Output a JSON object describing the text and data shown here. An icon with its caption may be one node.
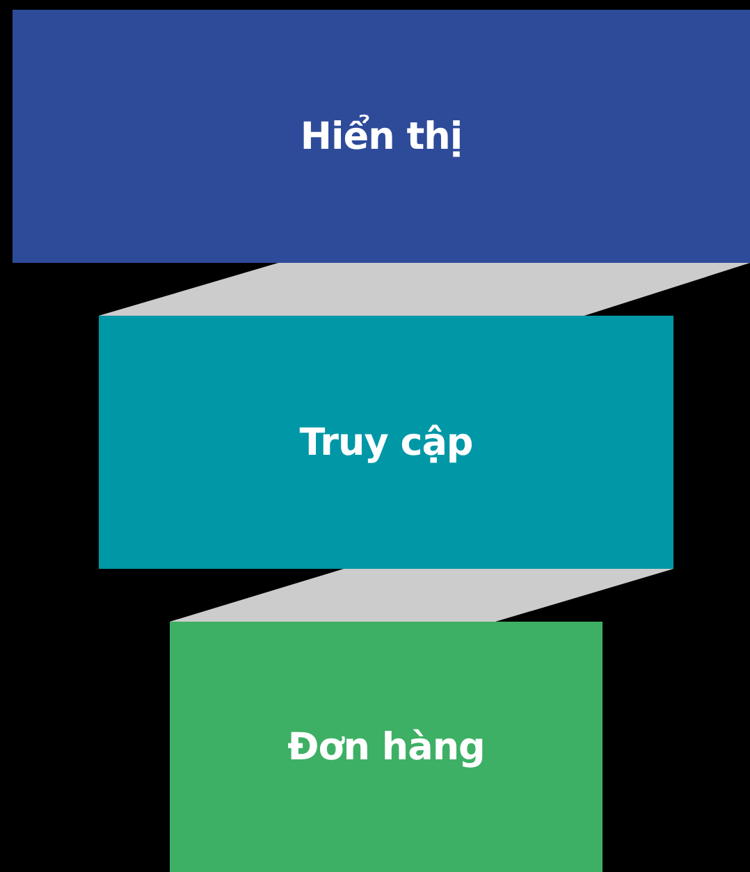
{
  "diagram": {
    "nodes": [
      {
        "text": [
          "Hiển thị"
        ]
      },
      {
        "text": [
          "Truy cập"
        ]
      },
      {
        "text": [
          "Đơn hàng"
        ]
      }
    ],
    "edges": [
      {
        "from": 0,
        "to": 1,
        "arrow": "none"
      },
      {
        "from": 1,
        "to": 2,
        "arrow": "none"
      }
    ]
  }
}
